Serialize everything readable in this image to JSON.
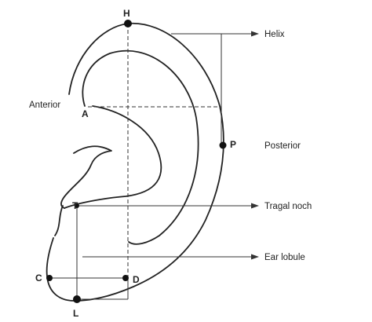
{
  "diagram": {
    "points": {
      "H": "H",
      "A": "A",
      "P": "P",
      "T": "T",
      "C": "C",
      "D": "D",
      "L": "L"
    },
    "labels": {
      "helix": "Helix",
      "anterior": "Anterior",
      "posterior": "Posterior",
      "tragal": "Tragal noch",
      "ear_lobule": "Ear lobule"
    }
  }
}
